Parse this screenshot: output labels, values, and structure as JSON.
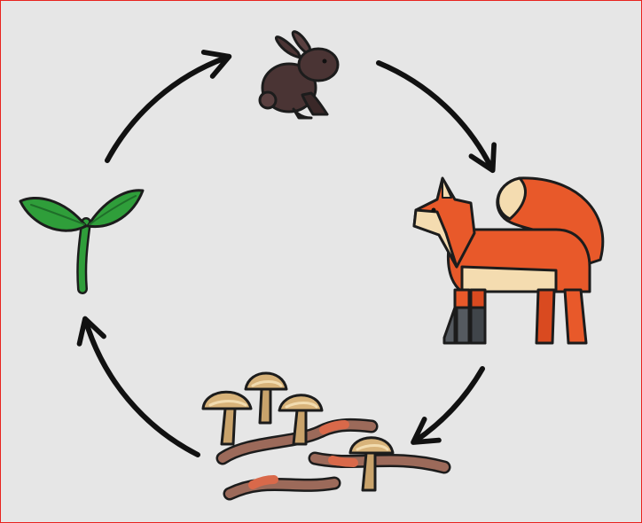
{
  "diagram": {
    "type": "cycle",
    "nodes": [
      {
        "name": "sprout",
        "icon": "sprout-icon",
        "color": "#2f9e3a"
      },
      {
        "name": "rabbit",
        "icon": "rabbit-icon",
        "color": "#4a3434"
      },
      {
        "name": "fox",
        "icon": "fox-icon",
        "color": "#e8592a"
      },
      {
        "name": "decomposers",
        "icon": "mushrooms-worms-icon",
        "color": "#c9a36b"
      }
    ],
    "edges": [
      {
        "from": "sprout",
        "to": "rabbit"
      },
      {
        "from": "rabbit",
        "to": "fox"
      },
      {
        "from": "fox",
        "to": "decomposers"
      },
      {
        "from": "decomposers",
        "to": "sprout"
      }
    ]
  },
  "colors": {
    "background": "#e6e6e6",
    "border": "#e8231f",
    "arrow": "#111111",
    "outline": "#1c1c1c"
  }
}
